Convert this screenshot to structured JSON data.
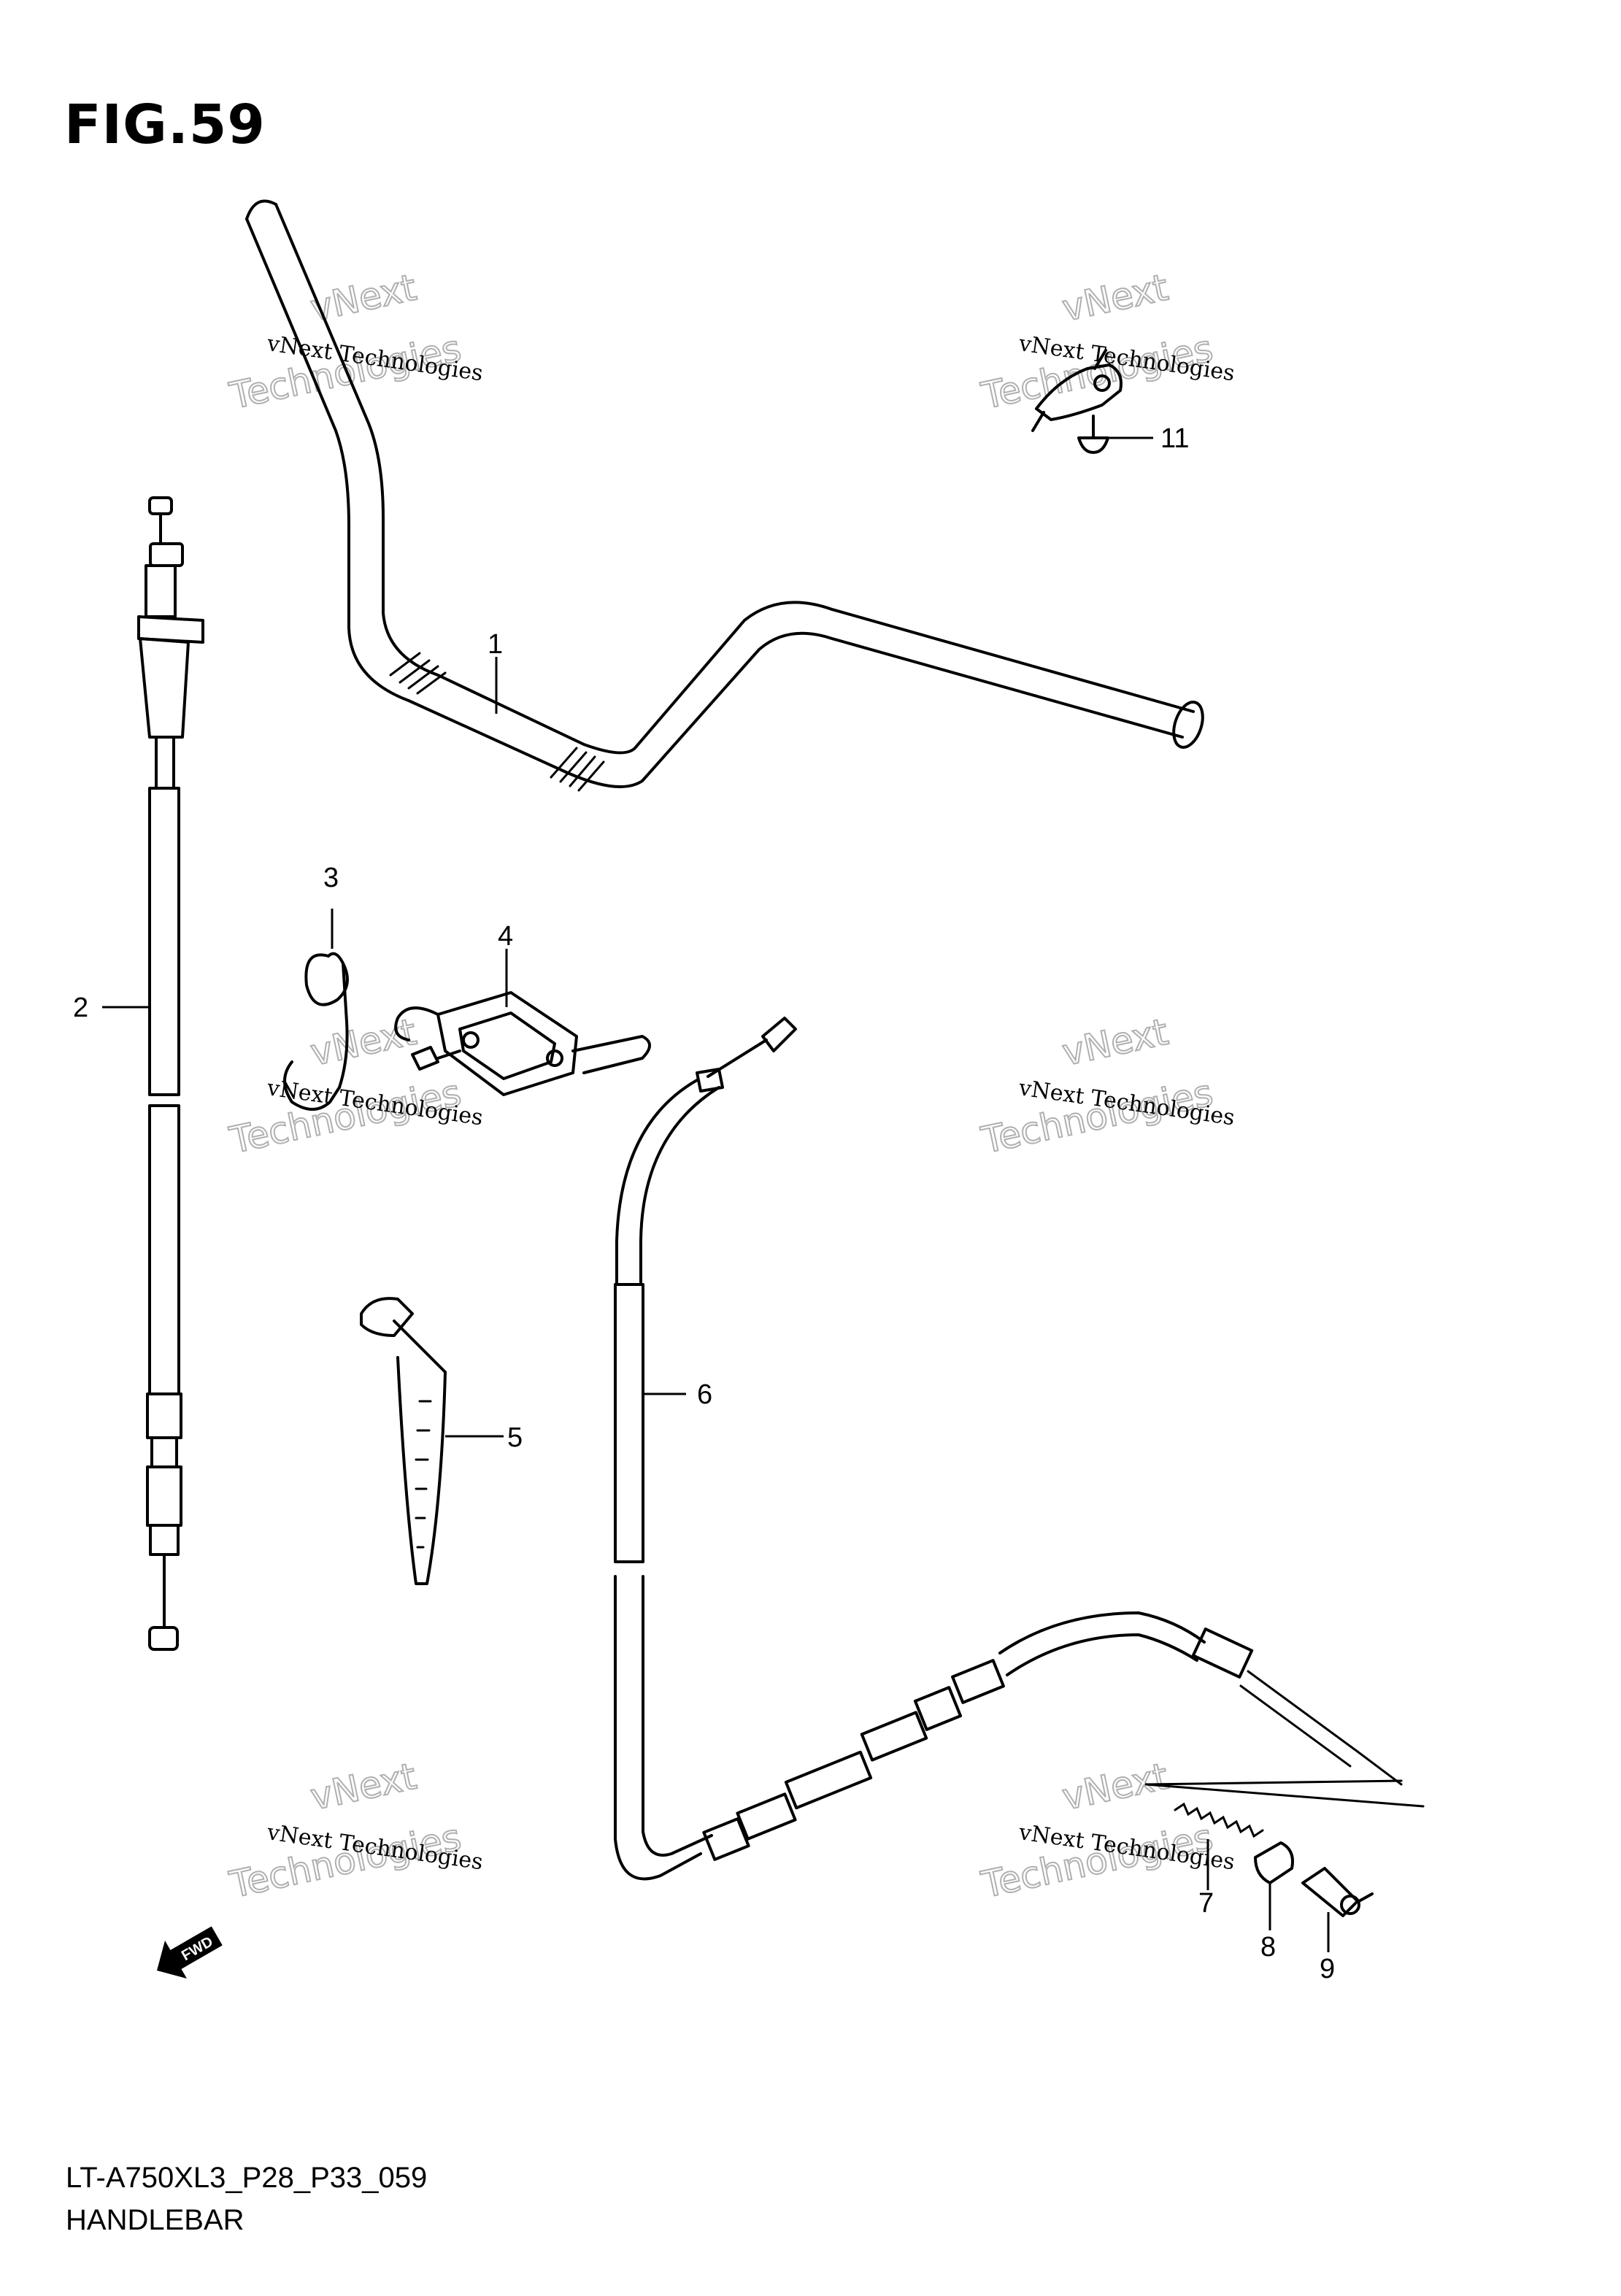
{
  "figure_label": "FIG.59",
  "model_code": "LT-A750XL3_P28_P33_059",
  "section_name": "HANDLEBAR",
  "watermark": {
    "line_small": "vNext Technologies",
    "line_big_1": "vNext",
    "line_big_2": "Technologies"
  },
  "fwd_label": "FWD",
  "callouts": {
    "c1": "1",
    "c2": "2",
    "c3": "3",
    "c4": "4",
    "c5": "5",
    "c6": "6",
    "c7": "7",
    "c8": "8",
    "c9": "9",
    "c11": "11"
  }
}
